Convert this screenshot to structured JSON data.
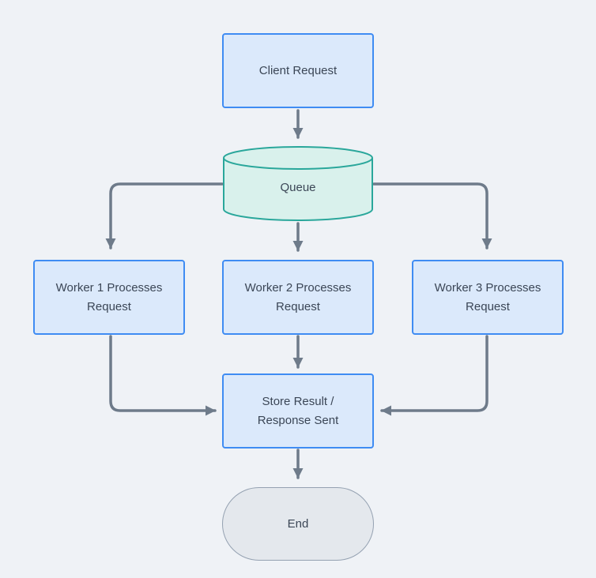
{
  "diagram": {
    "type": "flowchart",
    "nodes": {
      "client": {
        "label": "Client Request",
        "shape": "rectangle"
      },
      "queue": {
        "label": "Queue",
        "shape": "cylinder"
      },
      "worker1": {
        "label": "Worker 1 Processes\nRequest",
        "shape": "rectangle"
      },
      "worker2": {
        "label": "Worker 2 Processes\nRequest",
        "shape": "rectangle"
      },
      "worker3": {
        "label": "Worker 3 Processes\nRequest",
        "shape": "rectangle"
      },
      "store": {
        "label": "Store Result /\nResponse Sent",
        "shape": "rectangle"
      },
      "end": {
        "label": "End",
        "shape": "stadium"
      }
    },
    "edges": [
      {
        "from": "client",
        "to": "queue"
      },
      {
        "from": "queue",
        "to": "worker1"
      },
      {
        "from": "queue",
        "to": "worker2"
      },
      {
        "from": "queue",
        "to": "worker3"
      },
      {
        "from": "worker1",
        "to": "store"
      },
      {
        "from": "worker2",
        "to": "store"
      },
      {
        "from": "worker3",
        "to": "store"
      },
      {
        "from": "store",
        "to": "end"
      }
    ]
  },
  "colors": {
    "bg": "#eff2f6",
    "node_blue_fill": "#dbe9fb",
    "node_blue_border": "#3f8cf3",
    "queue_fill": "#d9f1ec",
    "queue_border": "#2aa79b",
    "end_fill": "#e4e8ed",
    "end_border": "#94a1b1",
    "arrow": "#6e7b8a",
    "text": "#3b4656"
  }
}
